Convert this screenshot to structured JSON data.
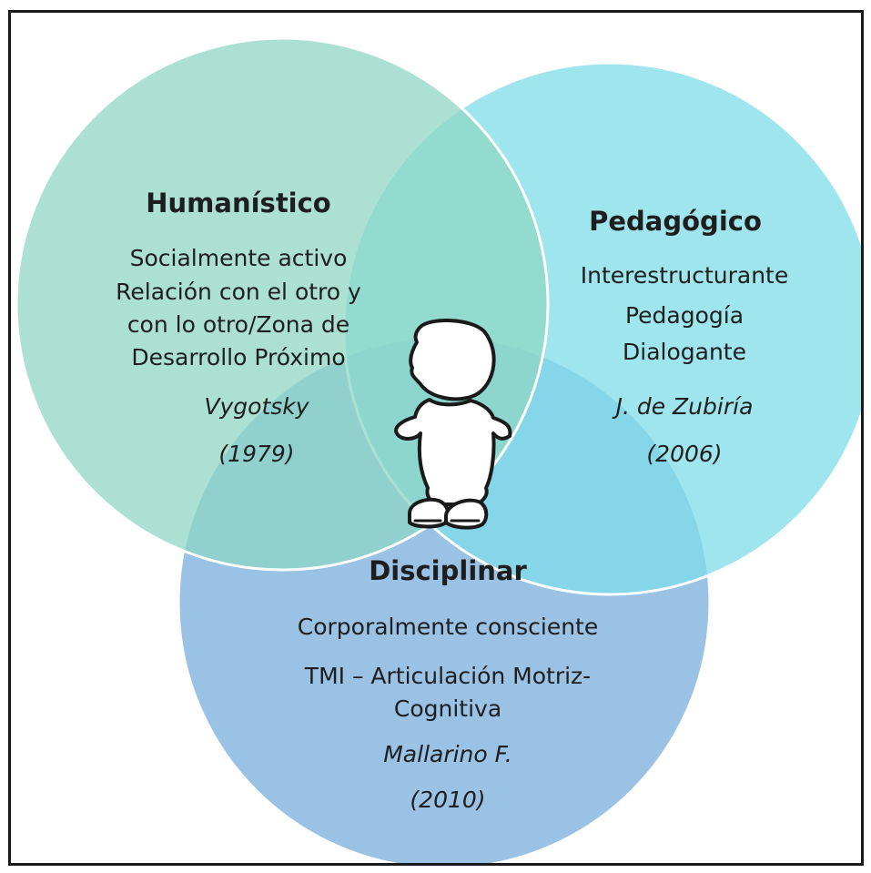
{
  "colors": {
    "humanistico": "#8fd6c4",
    "pedagogico": "#7fdce8",
    "disciplinar": "#7fb3de",
    "stroke": "#ffffff",
    "text": "#1e1e1e"
  },
  "circles": {
    "humanistico": {
      "title": "Humanístico",
      "lines": [
        "Socialmente activo",
        "Relación con el otro y",
        "con lo otro/Zona de",
        "Desarrollo Próximo"
      ],
      "author": "Vygotsky",
      "year": "(1979)"
    },
    "pedagogico": {
      "title": "Pedagógico",
      "lines": [
        "Interestructurante",
        "Pedagogía",
        "Dialogante"
      ],
      "author": "J. de Zubiría",
      "year": "(2006)"
    },
    "disciplinar": {
      "title": "Disciplinar",
      "lines": [
        "Corporalmente consciente"
      ],
      "lines2": [
        "TMI – Articulación Motriz-",
        "Cognitiva"
      ],
      "author": "Mallarino F.",
      "year": "(2010)"
    }
  },
  "center_icon": "child-figure-icon"
}
